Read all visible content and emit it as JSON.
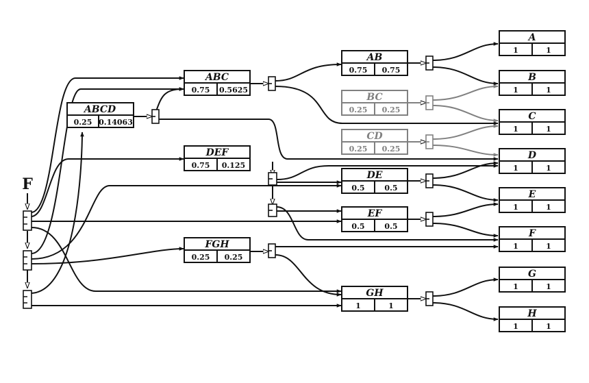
{
  "root": {
    "label": "F"
  },
  "nodes": {
    "abcd": {
      "title": "ABCD",
      "v1": "0.25",
      "v2": "0.14063"
    },
    "abc": {
      "title": "ABC",
      "v1": "0.75",
      "v2": "0.5625"
    },
    "def": {
      "title": "DEF",
      "v1": "0.75",
      "v2": "0.125"
    },
    "fgh": {
      "title": "FGH",
      "v1": "0.25",
      "v2": "0.25"
    },
    "ab": {
      "title": "AB",
      "v1": "0.75",
      "v2": "0.75"
    },
    "bc": {
      "title": "BC",
      "v1": "0.25",
      "v2": "0.25"
    },
    "cd": {
      "title": "CD",
      "v1": "0.25",
      "v2": "0.25"
    },
    "de": {
      "title": "DE",
      "v1": "0.5",
      "v2": "0.5"
    },
    "ef": {
      "title": "EF",
      "v1": "0.5",
      "v2": "0.5"
    },
    "gh": {
      "title": "GH",
      "v1": "1",
      "v2": "1"
    },
    "a": {
      "title": "A",
      "v1": "1",
      "v2": "1"
    },
    "b": {
      "title": "B",
      "v1": "1",
      "v2": "1"
    },
    "c": {
      "title": "C",
      "v1": "1",
      "v2": "1"
    },
    "d": {
      "title": "D",
      "v1": "1",
      "v2": "1"
    },
    "e": {
      "title": "E",
      "v1": "1",
      "v2": "1"
    },
    "f": {
      "title": "F",
      "v1": "1",
      "v2": "1"
    },
    "g": {
      "title": "G",
      "v1": "1",
      "v2": "1"
    },
    "h": {
      "title": "H",
      "v1": "1",
      "v2": "1"
    }
  },
  "colors": {
    "stroke": "#111111",
    "muted": "#808080",
    "background": "#ffffff"
  }
}
